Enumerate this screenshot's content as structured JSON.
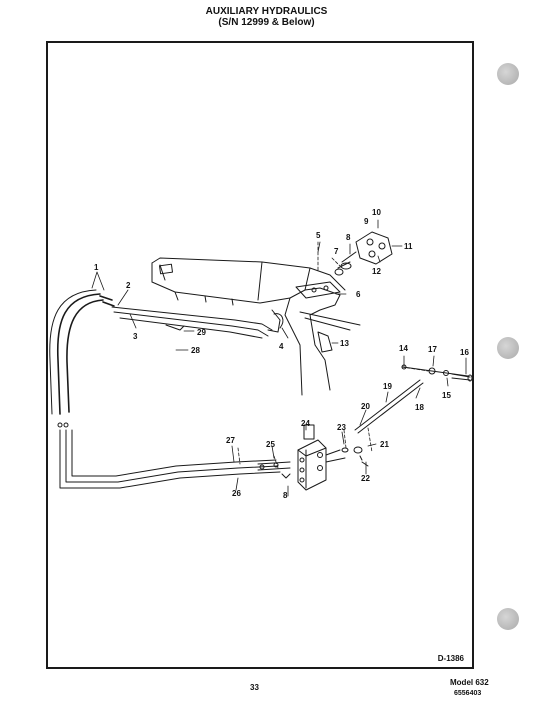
{
  "header": {
    "title": "AUXILIARY HYDRAULICS",
    "subtitle": "(S/N 12999 & Below)"
  },
  "callouts": [
    "1",
    "2",
    "3",
    "4",
    "5",
    "6",
    "7",
    "8",
    "9",
    "10",
    "11",
    "12",
    "13",
    "14",
    "15",
    "16",
    "17",
    "18",
    "19",
    "20",
    "21",
    "22",
    "23",
    "24",
    "25",
    "26",
    "27",
    "28",
    "29"
  ],
  "diagram_code": "D-1386",
  "footer": {
    "page_number": "33",
    "model": "Model 632",
    "part_number": "6556403"
  }
}
